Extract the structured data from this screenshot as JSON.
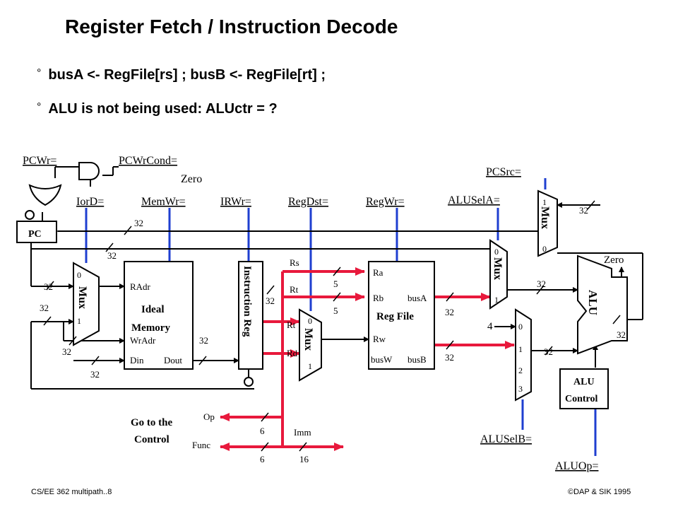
{
  "slide": {
    "title": "Register Fetch / Instruction Decode",
    "bullets": [
      "busA <- RegFile[rs] ; busB <- RegFile[rt] ;",
      "ALU is not being used: ALUctr = ?"
    ],
    "footer_left": "CS/EE 362  multipath..8",
    "footer_right": "©DAP & SIK 1995"
  },
  "colors": {
    "wire": "#000000",
    "control": "#1f3fd0",
    "highlight": "#e8193c"
  },
  "controls": {
    "pcwr": "PCWr=",
    "pcwrcond": "PCWrCond=",
    "zero_in": "Zero",
    "iord": "IorD=",
    "memwr": "MemWr=",
    "irwr": "IRWr=",
    "regdst": "RegDst=",
    "regwr": "RegWr=",
    "alusela": "ALUSelA=",
    "pcsrc": "PCSrc=",
    "aluselb": "ALUSelB=",
    "aluop": "ALUOp="
  },
  "blocks": {
    "pc": "PC",
    "mux": "Mux",
    "mem_ports": [
      "RAdr",
      "WrAdr",
      "Din",
      "Dout"
    ],
    "mem_title": [
      "Ideal",
      "Memory"
    ],
    "ir": "Instruction Reg",
    "regfile_ports": [
      "Ra",
      "Rb",
      "Rw",
      "busW",
      "busA",
      "busB"
    ],
    "regfile_title": "Reg File",
    "alu": "ALU",
    "alu_zero": "Zero",
    "alu_control": [
      "ALU",
      "Control"
    ],
    "goto_control": [
      "Go to the",
      "Control"
    ]
  },
  "fields": {
    "rs": "Rs",
    "rt": "Rt",
    "rt2": "Rt",
    "rd": "Rd",
    "op": "Op",
    "func": "Func",
    "imm": "Imm"
  },
  "widths": {
    "w32": "32",
    "w5": "5",
    "w6": "6",
    "w16": "16",
    "four": "4"
  },
  "mux_inputs": {
    "zero": "0",
    "one": "1",
    "two": "2",
    "three": "3"
  }
}
